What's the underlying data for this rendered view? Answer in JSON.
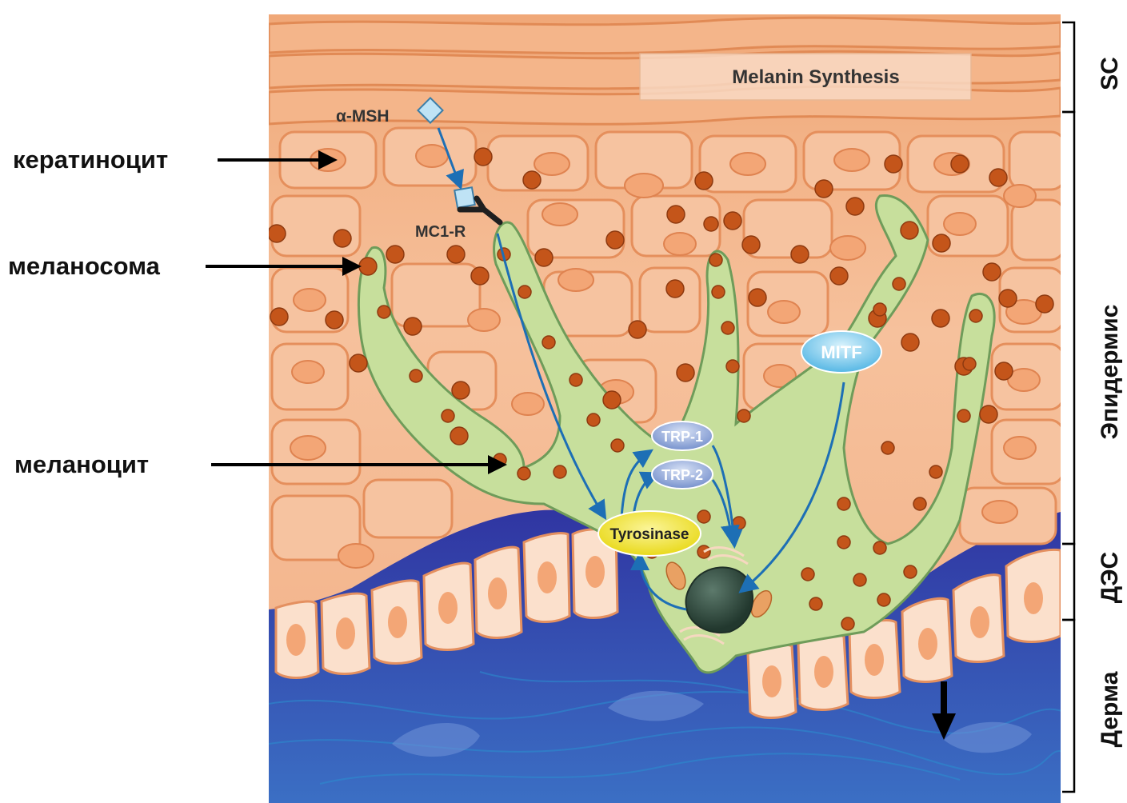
{
  "labels": {
    "keratinocyte": "кератиноцит",
    "melanosome": "меланосома",
    "melanocyte": "меланоцит"
  },
  "layers": {
    "sc": "SC",
    "epidermis": "Эпидермис",
    "des": "ДЭС",
    "dermis": "Дерма"
  },
  "diagram": {
    "banner": "Melanin Synthesis",
    "alpha_msh": "α-MSH",
    "mc1r": "MC1-R",
    "mitf": "MITF",
    "trp1": "TRP-1",
    "trp2": "TRP-2",
    "tyrosinase": "Tyrosinase"
  },
  "colors": {
    "skin": "#f2b48a",
    "cell_border": "#e7905c",
    "melanocyte": "#c9df9f",
    "melanosome": "#c4551a",
    "dermis": "#3a3aa6",
    "tyrosinase": "#f3e92d",
    "mitf": "#8fd3f2",
    "trp": "#8fa6d8",
    "nucleus": "#2f4a3e",
    "arrow": "#1d6fb5"
  }
}
